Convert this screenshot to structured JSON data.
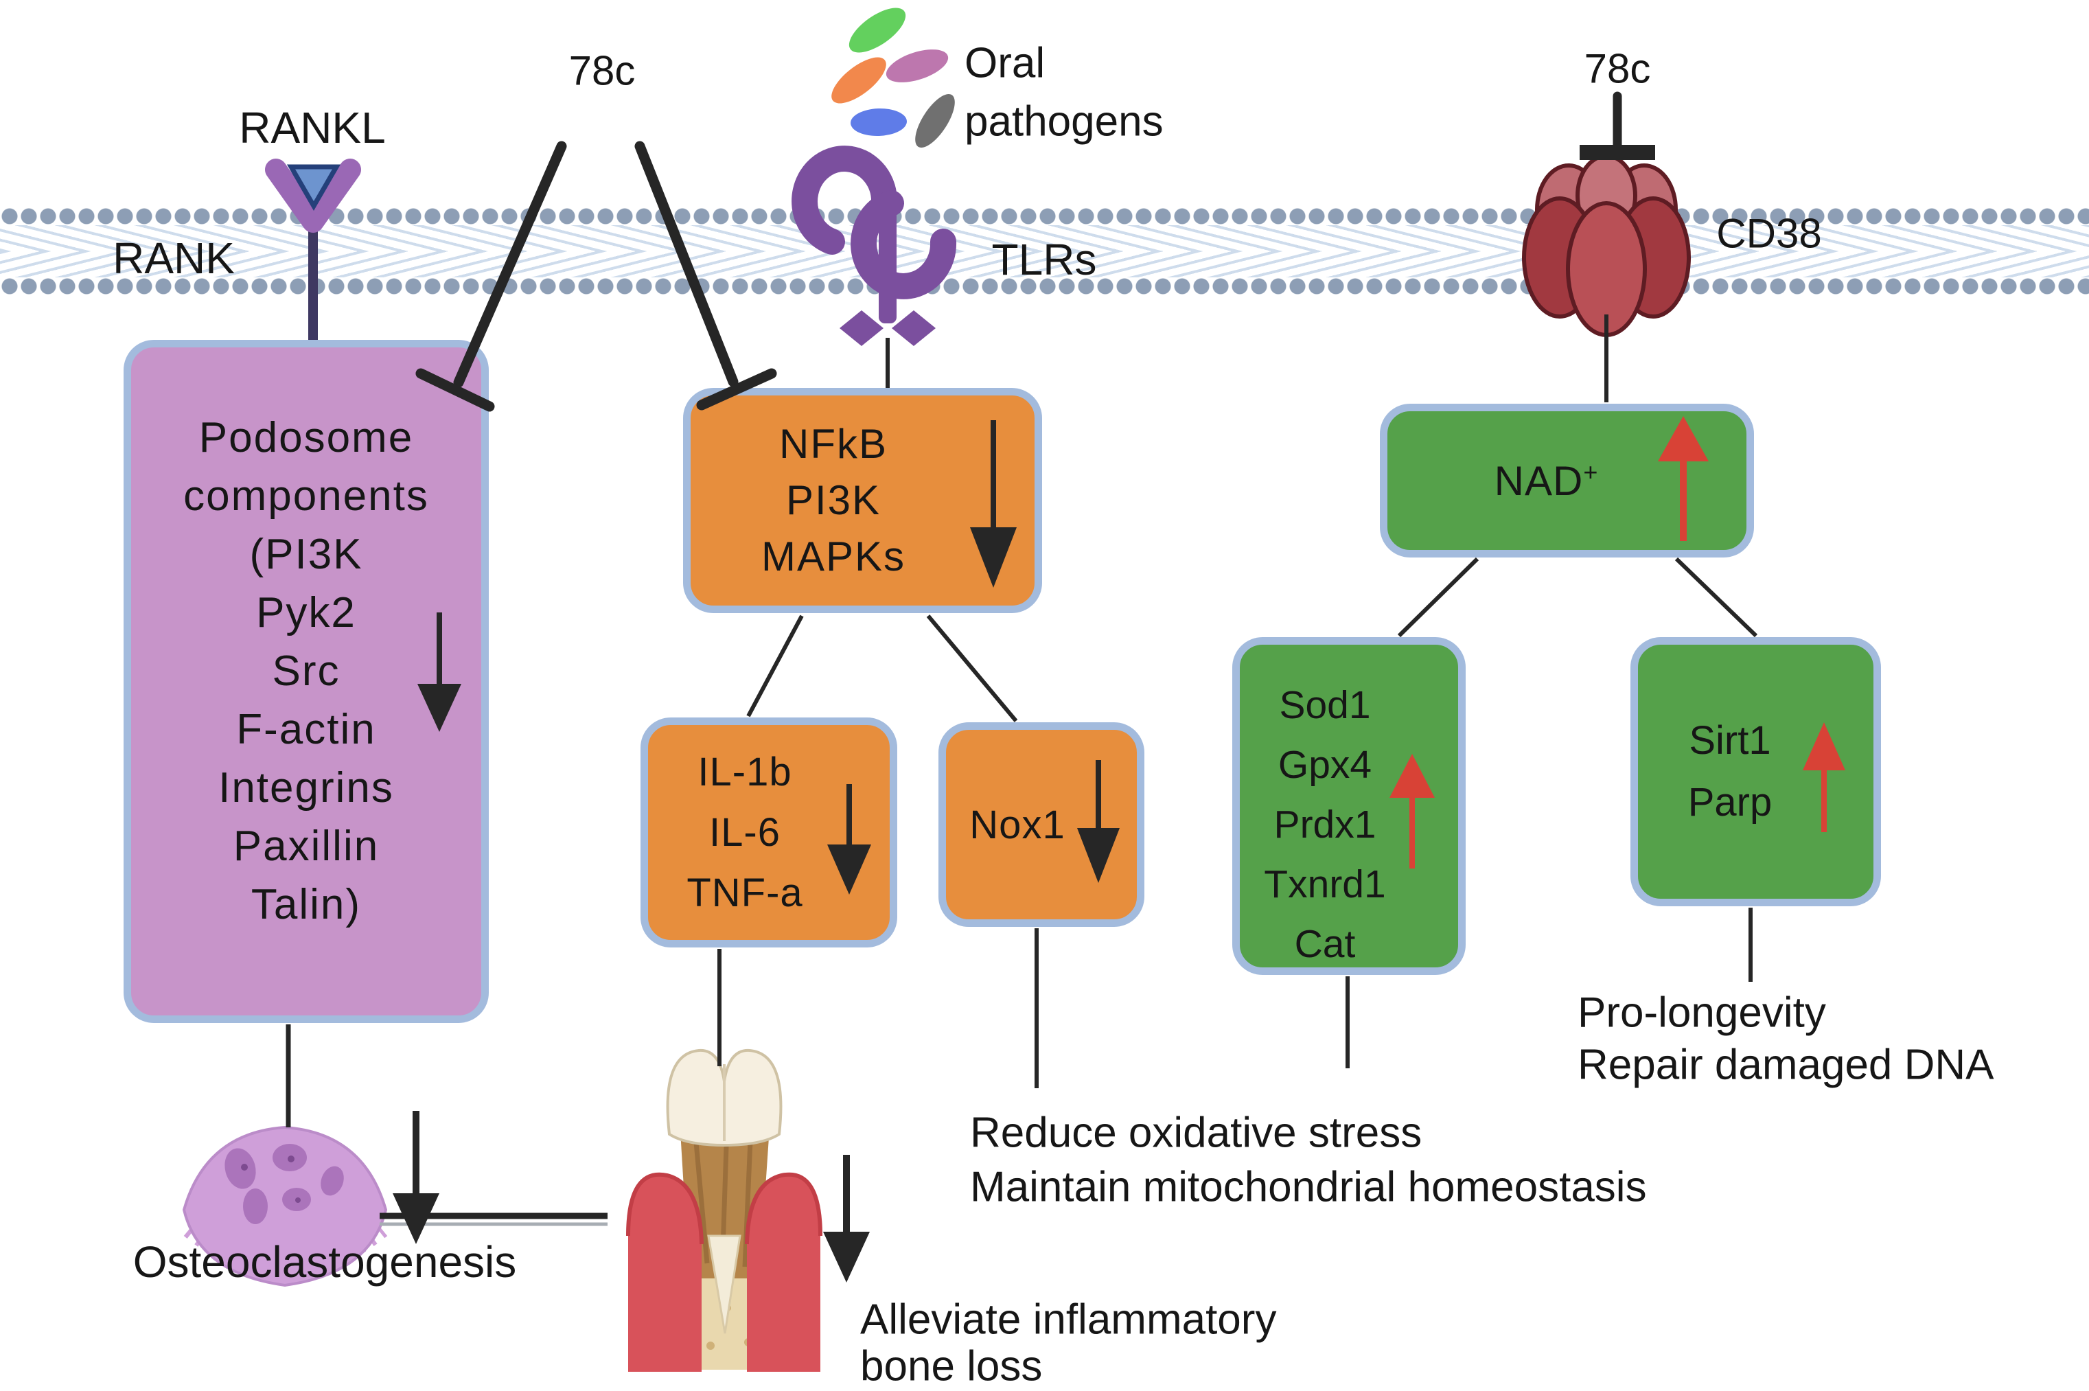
{
  "diagram": {
    "inhibitor_left": "78c",
    "inhibitor_right": "78c",
    "receptors": {
      "rankl": "RANKL",
      "rank": "RANK",
      "tlrs": "TLRs",
      "cd38": "CD38"
    },
    "oral_pathogens": {
      "line1": "Oral",
      "line2": "pathogens"
    },
    "boxes": {
      "podosome": {
        "lines": [
          "Podosome",
          "components",
          "(PI3K",
          "Pyk2",
          "Src",
          "F-actin",
          "Integrins",
          "Paxillin",
          "Talin)"
        ],
        "trend": "down"
      },
      "nfkb": {
        "lines": [
          "NFkB",
          "PI3K",
          "MAPKs"
        ],
        "trend": "down"
      },
      "cytokines": {
        "lines": [
          "IL-1b",
          "IL-6",
          "TNF-a"
        ],
        "trend": "down"
      },
      "nox": {
        "lines": [
          "Nox1"
        ],
        "trend": "down"
      },
      "nad": {
        "text": "NAD",
        "sup": "+",
        "trend": "up"
      },
      "antioxidants": {
        "lines": [
          "Sod1",
          "Gpx4",
          "Prdx1",
          "Txnrd1",
          "Cat"
        ],
        "trend": "up"
      },
      "sirtuins": {
        "lines": [
          "Sirt1",
          "Parp"
        ],
        "trend": "up"
      }
    },
    "outcomes": {
      "osteoclastogenesis": "Osteoclastogenesis",
      "oxidative": {
        "line1": "Reduce oxidative stress",
        "line2": "Maintain mitochondrial homeostasis"
      },
      "bone_loss": {
        "line1": "Alleviate inflammatory",
        "line2": "bone loss"
      },
      "longevity": {
        "line1": "Pro-longevity",
        "line2": "Repair damaged DNA"
      }
    },
    "icons": {
      "cell_membrane": "lipid-bilayer",
      "rank_receptor": "Y-shaped receptor with bound ligand triangle",
      "tlr_receptor": "toll-like receptor double hook",
      "cd38_receptor": "multi-lobed transmembrane enzyme",
      "bacteria": [
        "green",
        "pink",
        "orange",
        "blue",
        "gray"
      ],
      "osteoclast": "fringed multinucleated cell",
      "tooth": "periodontitis tooth with receding gum and bone",
      "inhibition_tbar": "blunt-end inhibition arrow",
      "down_arrow": "decrease",
      "up_arrow": "increase"
    },
    "colors": {
      "box_border": "#a3bbdd",
      "purple_box": "#c794c9",
      "orange_box": "#e78e3d",
      "green_box": "#55a14a",
      "red_arrow": "#d84236",
      "black_arrow": "#262626",
      "membrane_head": "#8d9eb5",
      "membrane_tail": "#c6d6e9",
      "rank_purple": "#9a68b5",
      "tlr_purple": "#7b4f9e",
      "cd38_red": "#a93b42",
      "osteoclast_purple": "#cf9fd9"
    }
  }
}
